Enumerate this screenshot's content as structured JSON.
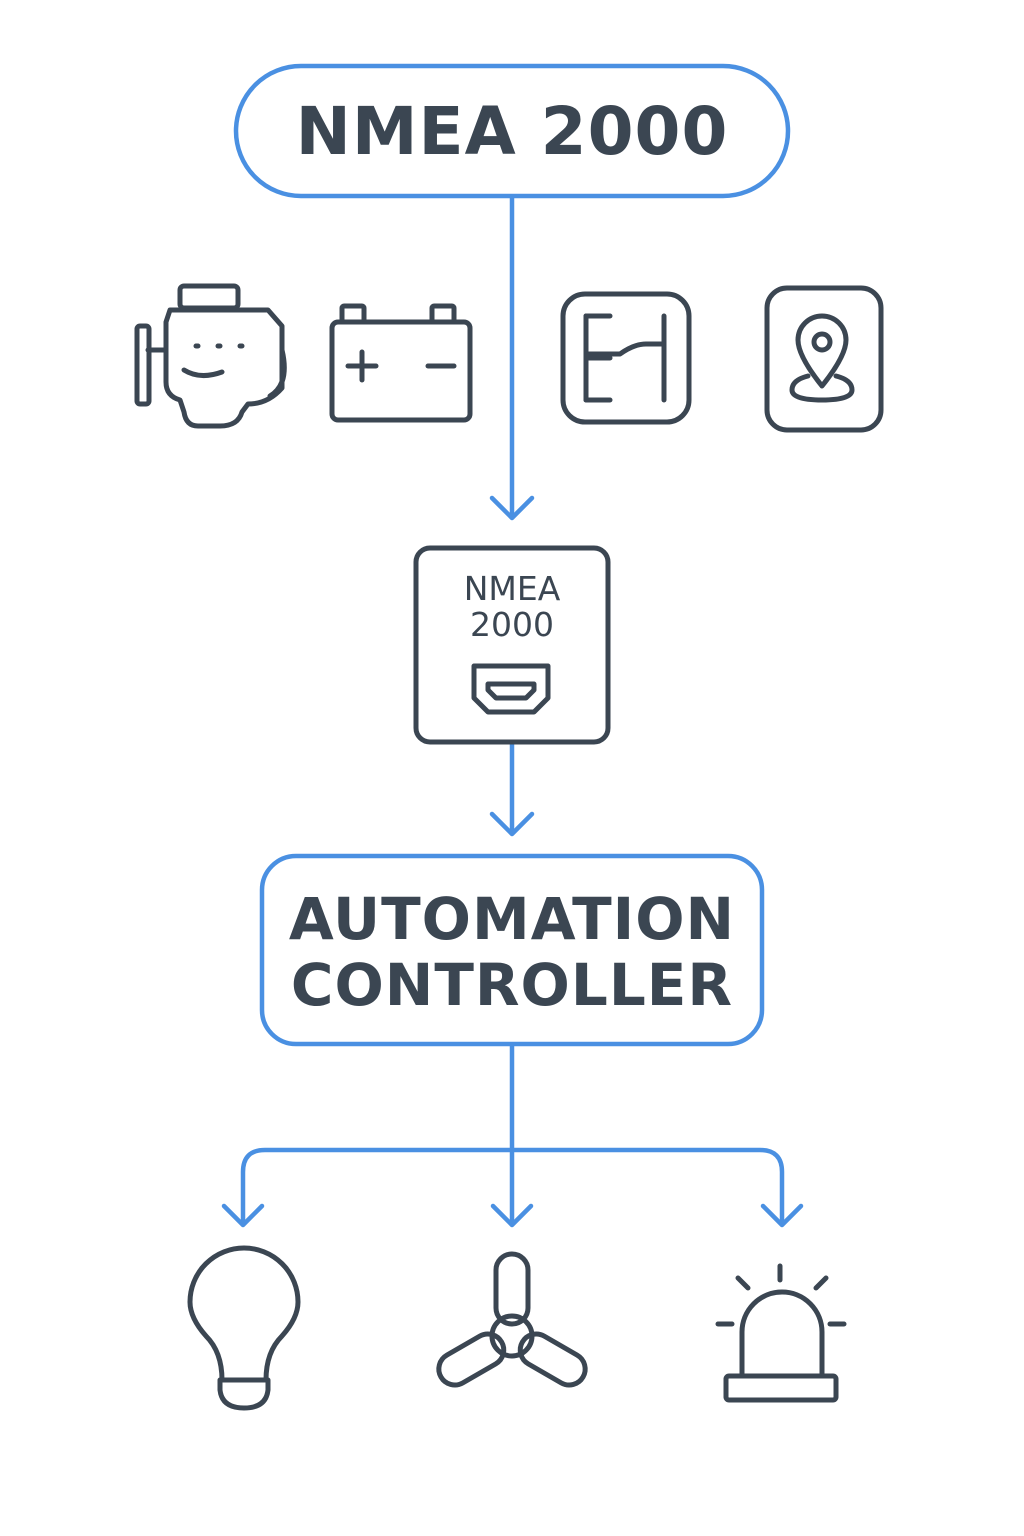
{
  "diagram": {
    "bus": {
      "title": "NMEA 2000"
    },
    "sources": [
      {
        "name": "engine",
        "icon": "engine-icon"
      },
      {
        "name": "battery",
        "icon": "battery-icon"
      },
      {
        "name": "tank-level",
        "icon": "tank-level-icon"
      },
      {
        "name": "gps",
        "icon": "gps-location-icon"
      }
    ],
    "gateway": {
      "line1": "NMEA",
      "line2": "2000",
      "icon": "connector-port-icon"
    },
    "controller": {
      "line1": "AUTOMATION",
      "line2": "CONTROLLER"
    },
    "outputs": [
      {
        "name": "light",
        "icon": "light-bulb-icon"
      },
      {
        "name": "fan",
        "icon": "fan-icon"
      },
      {
        "name": "alarm",
        "icon": "alarm-beacon-icon"
      }
    ],
    "colors": {
      "accent": "#4a90e2",
      "ink": "#3b4652",
      "background": "#ffffff"
    }
  }
}
